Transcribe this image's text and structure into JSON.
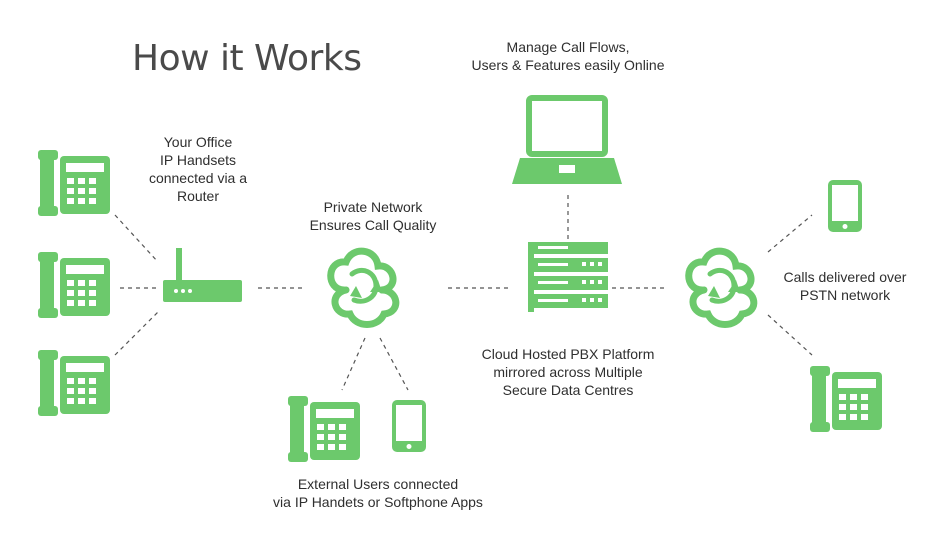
{
  "title": "How it Works",
  "labels": {
    "office": [
      "Your Office",
      "IP Handsets",
      "connected via a",
      "Router"
    ],
    "private_network": [
      "Private Network",
      "Ensures Call Quality"
    ],
    "manage": [
      "Manage Call Flows,",
      "Users & Features easily Online"
    ],
    "pbx": [
      "Cloud Hosted PBX Platform",
      "mirrored across Multiple",
      "Secure Data Centres"
    ],
    "pstn": [
      "Calls delivered over",
      "PSTN network"
    ],
    "external": [
      "External Users connected",
      "via IP Handets or Softphone Apps"
    ]
  },
  "colors": {
    "accent": "#6cc96c",
    "text": "#2f2f2f",
    "title": "#4a4a4a"
  },
  "icons": [
    "desk-phone-icon",
    "router-icon",
    "cloud-sync-icon",
    "laptop-icon",
    "server-rack-icon",
    "mobile-phone-icon"
  ]
}
